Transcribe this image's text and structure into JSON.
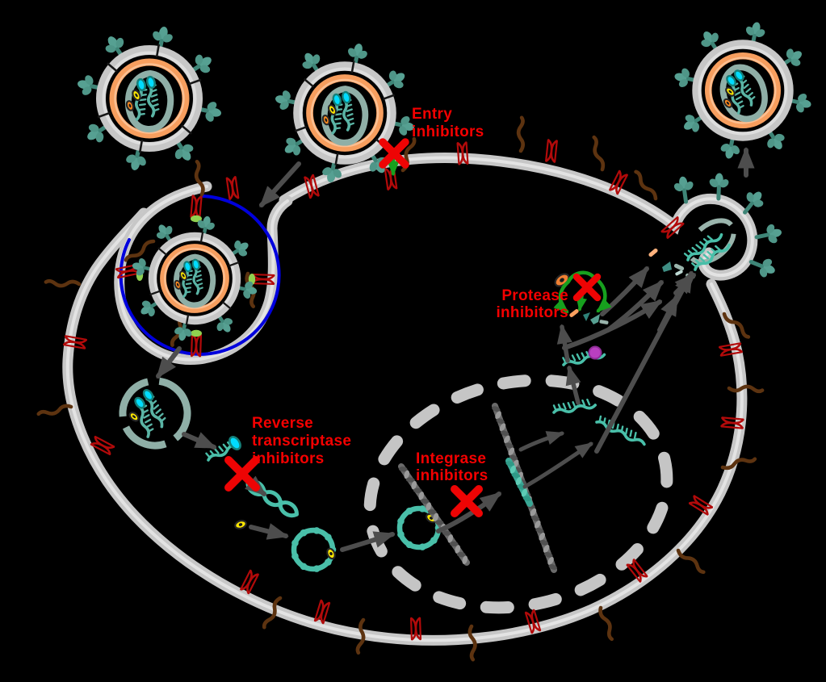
{
  "diagram": {
    "background": "#000000",
    "label_color": "#f40000",
    "labels": {
      "entry": {
        "lines": [
          "Entry",
          "inhibitors"
        ]
      },
      "reverse_transcriptase": {
        "lines": [
          "Reverse",
          "transcriptase",
          "inhibitors"
        ]
      },
      "integrase": {
        "lines": [
          "Integrase",
          "inhibitors"
        ]
      },
      "protease": {
        "lines": [
          "Protease",
          "inhibitors"
        ]
      }
    },
    "icons": {
      "inhibition-cross-icon": "red X (blocked step)",
      "process-arrow-icon": "dark gray arrow",
      "blocked-process-arrow-icon": "green arrow",
      "cd4-receptor-icon": "dark red membrane lattice",
      "coreceptor-icon": "brown squiggle protein",
      "spike-icon": "teal trefoil envelope spike"
    },
    "colors": {
      "cell_membrane": "#c7c7c7",
      "membrane_highlight": "#e3e3e3",
      "nuclear_envelope": "#c5c5c5",
      "viral_envelope": "#c7c7c7",
      "matrix_ring": "#f79e5e",
      "capsid": "#8fafa7",
      "spike": "#4f9688",
      "rna": "#5ab4a5",
      "rna_tip_rt": "#00dcff",
      "dna": "#49bfa9",
      "integrase_enzyme": "#ffe800",
      "protease_enzyme": "#f08033",
      "host_chromosome": "#6a6a6a",
      "receptor": "#b20a0a",
      "coreceptor": "#5d3310",
      "fusion_membrane": "#0000dd",
      "inhibitor_cross": "#ee0404",
      "arrow": "#4d4d4d",
      "green_process": "#17a01e",
      "ribosome": "#b93fc0",
      "binding_site": "#8fd14f"
    }
  }
}
